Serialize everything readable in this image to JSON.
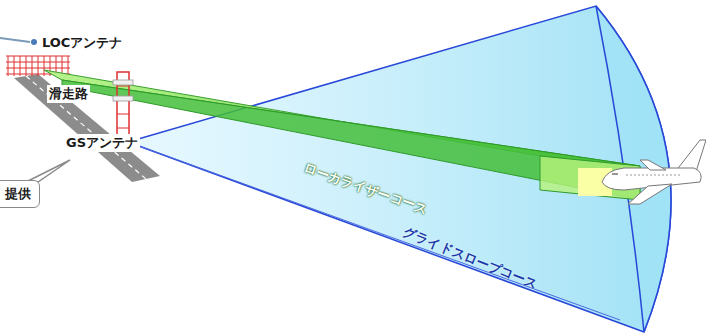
{
  "diagram": {
    "nodes": [
      {
        "text": [
          "提供"
        ]
      }
    ],
    "labels": [
      "LOCアンテナ",
      "滑走路",
      "GSアンテナ",
      "ローカライザーコース",
      "グライドスロープコース"
    ]
  }
}
